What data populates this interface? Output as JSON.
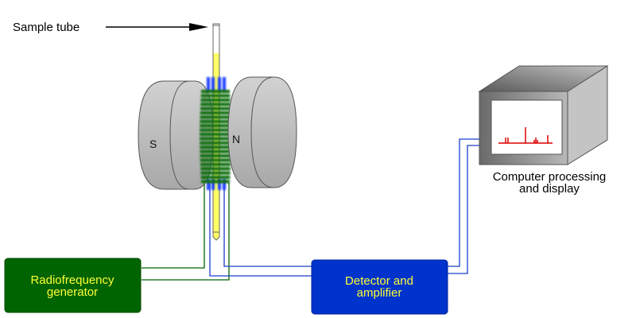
{
  "title": "NMR spectrometer schematic",
  "labels": {
    "sample_tube": "Sample tube",
    "south_pole": "S",
    "north_pole": "N",
    "computer_line1": "Computer processing",
    "computer_line2": "and display"
  },
  "components": {
    "rf_generator": {
      "line1": "Radiofrequency",
      "line2": "generator",
      "color": "#006400"
    },
    "detector": {
      "line1": "Detector and",
      "line2": "amplifier",
      "color": "#0033cc"
    }
  },
  "colors": {
    "magnet_fill": "#c8c8c8",
    "coil_green": "#0a6e0a",
    "coil_blue": "#1a3fff",
    "sample_liquid": "#ffff66",
    "wire_green": "#006400",
    "wire_blue": "#1a3fcc",
    "spectrum_red": "#dd0000",
    "box_text": "#ffff33"
  }
}
